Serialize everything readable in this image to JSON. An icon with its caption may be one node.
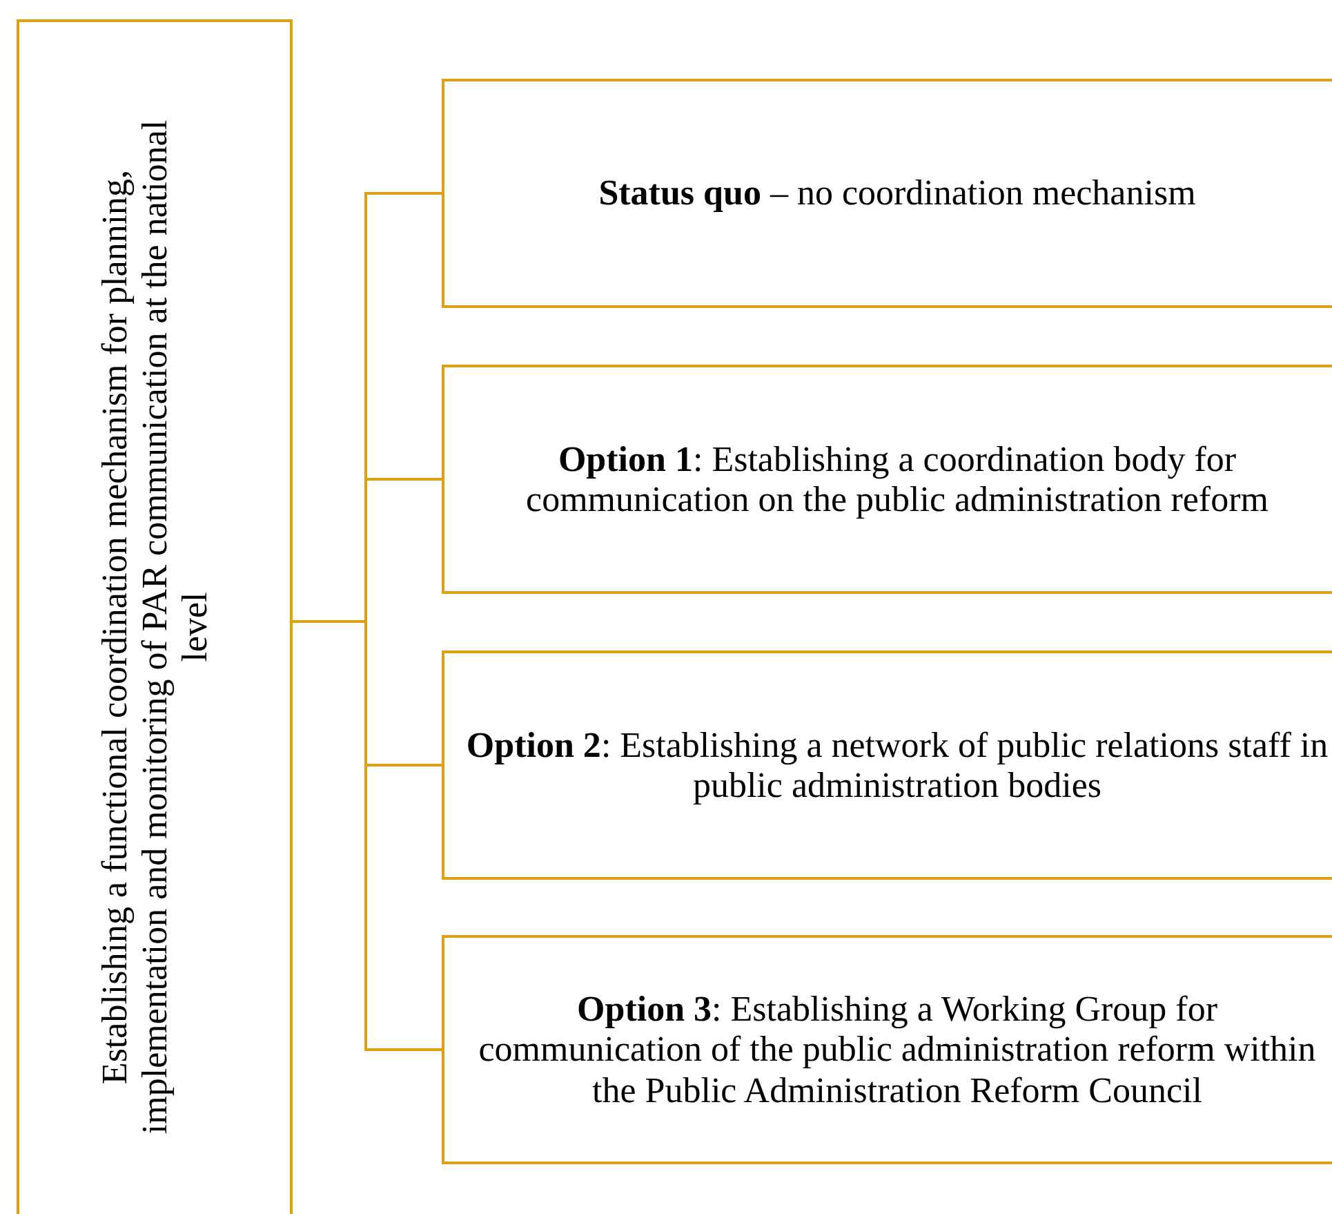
{
  "diagram": {
    "nodes": [
      {
        "text": [
          "Establishing a functional coordination mechanism for planning, implementation and monitoring of PAR communication at the national level"
        ]
      },
      {
        "text": [
          "**Status quo** – no coordination mechanism"
        ]
      },
      {
        "text": [
          "**Option 1**: Establishing a coordination body for communication on the public administration reform"
        ]
      },
      {
        "text": [
          "**Option 2**: Establishing a network of public relations staff in public administration bodies"
        ]
      },
      {
        "text": [
          "**Option 3**: Establishing a Working Group for communication of the public administration reform within the Public Administration Reform Council"
        ]
      }
    ],
    "edges": [
      {
        "from": 0,
        "to": 1,
        "arrow": "none"
      },
      {
        "from": 0,
        "to": 2,
        "arrow": "none"
      },
      {
        "from": 0,
        "to": 3,
        "arrow": "none"
      },
      {
        "from": 0,
        "to": 4,
        "arrow": "none"
      }
    ]
  }
}
